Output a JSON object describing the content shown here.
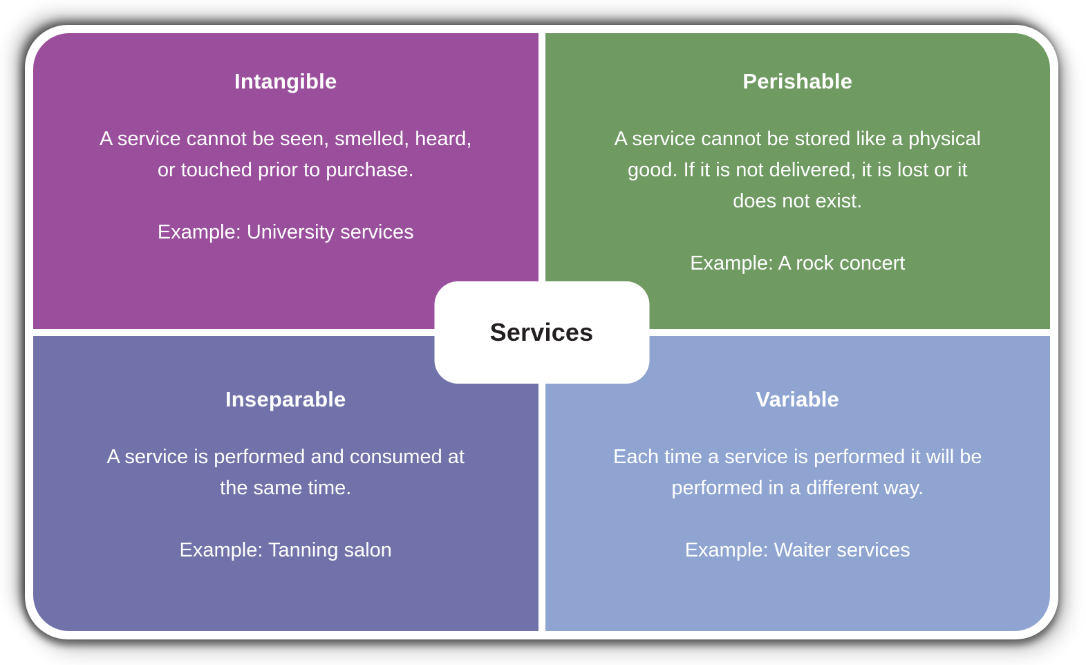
{
  "diagram": {
    "center_label": "Services",
    "colors": {
      "intangible_bg": "#9A4F9C",
      "perishable_bg": "#6F9A61",
      "inseparable_bg": "#7272AA",
      "variable_bg": "#90A5D2",
      "card_bg": "#FFFFFF",
      "quadrant_text": "#FFFFFF",
      "center_text": "#231F20"
    },
    "quadrants": [
      {
        "id": "intangible",
        "title": "Intangible",
        "description": "A service cannot be seen, smelled, heard,\nor touched prior to purchase.",
        "example": "Example: University services",
        "color": "#9A4F9C"
      },
      {
        "id": "perishable",
        "title": "Perishable",
        "description": "A service cannot be stored like a physical\ngood. If it is not delivered, it is lost or it\ndoes not exist.",
        "example": "Example: A rock concert",
        "color": "#6F9A61"
      },
      {
        "id": "inseparable",
        "title": "Inseparable",
        "description": "A service is performed and consumed at\nthe same time.",
        "example": "Example: Tanning salon",
        "color": "#7272AA"
      },
      {
        "id": "variable",
        "title": "Variable",
        "description": "Each time a service is performed it will be\nperformed in a different way.",
        "example": "Example: Waiter services",
        "color": "#8FA4D1"
      }
    ]
  }
}
